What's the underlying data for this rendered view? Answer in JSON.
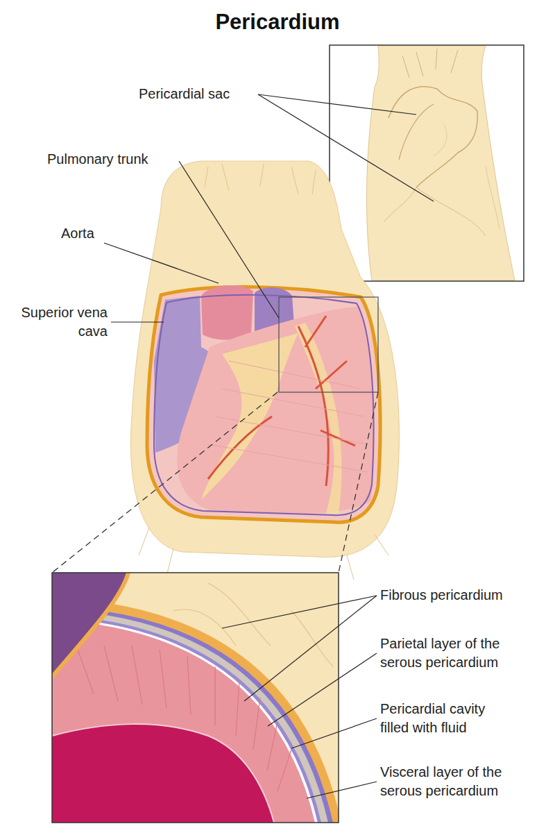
{
  "diagram": {
    "title": "Pericardium",
    "labels": [
      "Pericardial sac",
      "Pulmonary trunk",
      "Aorta",
      "Superior vena cava",
      "Fibrous pericardium",
      "Parietal layer of the serous pericardium",
      "Pericardial cavity filled with fluid",
      "Visceral layer of the serous pericardium"
    ]
  }
}
